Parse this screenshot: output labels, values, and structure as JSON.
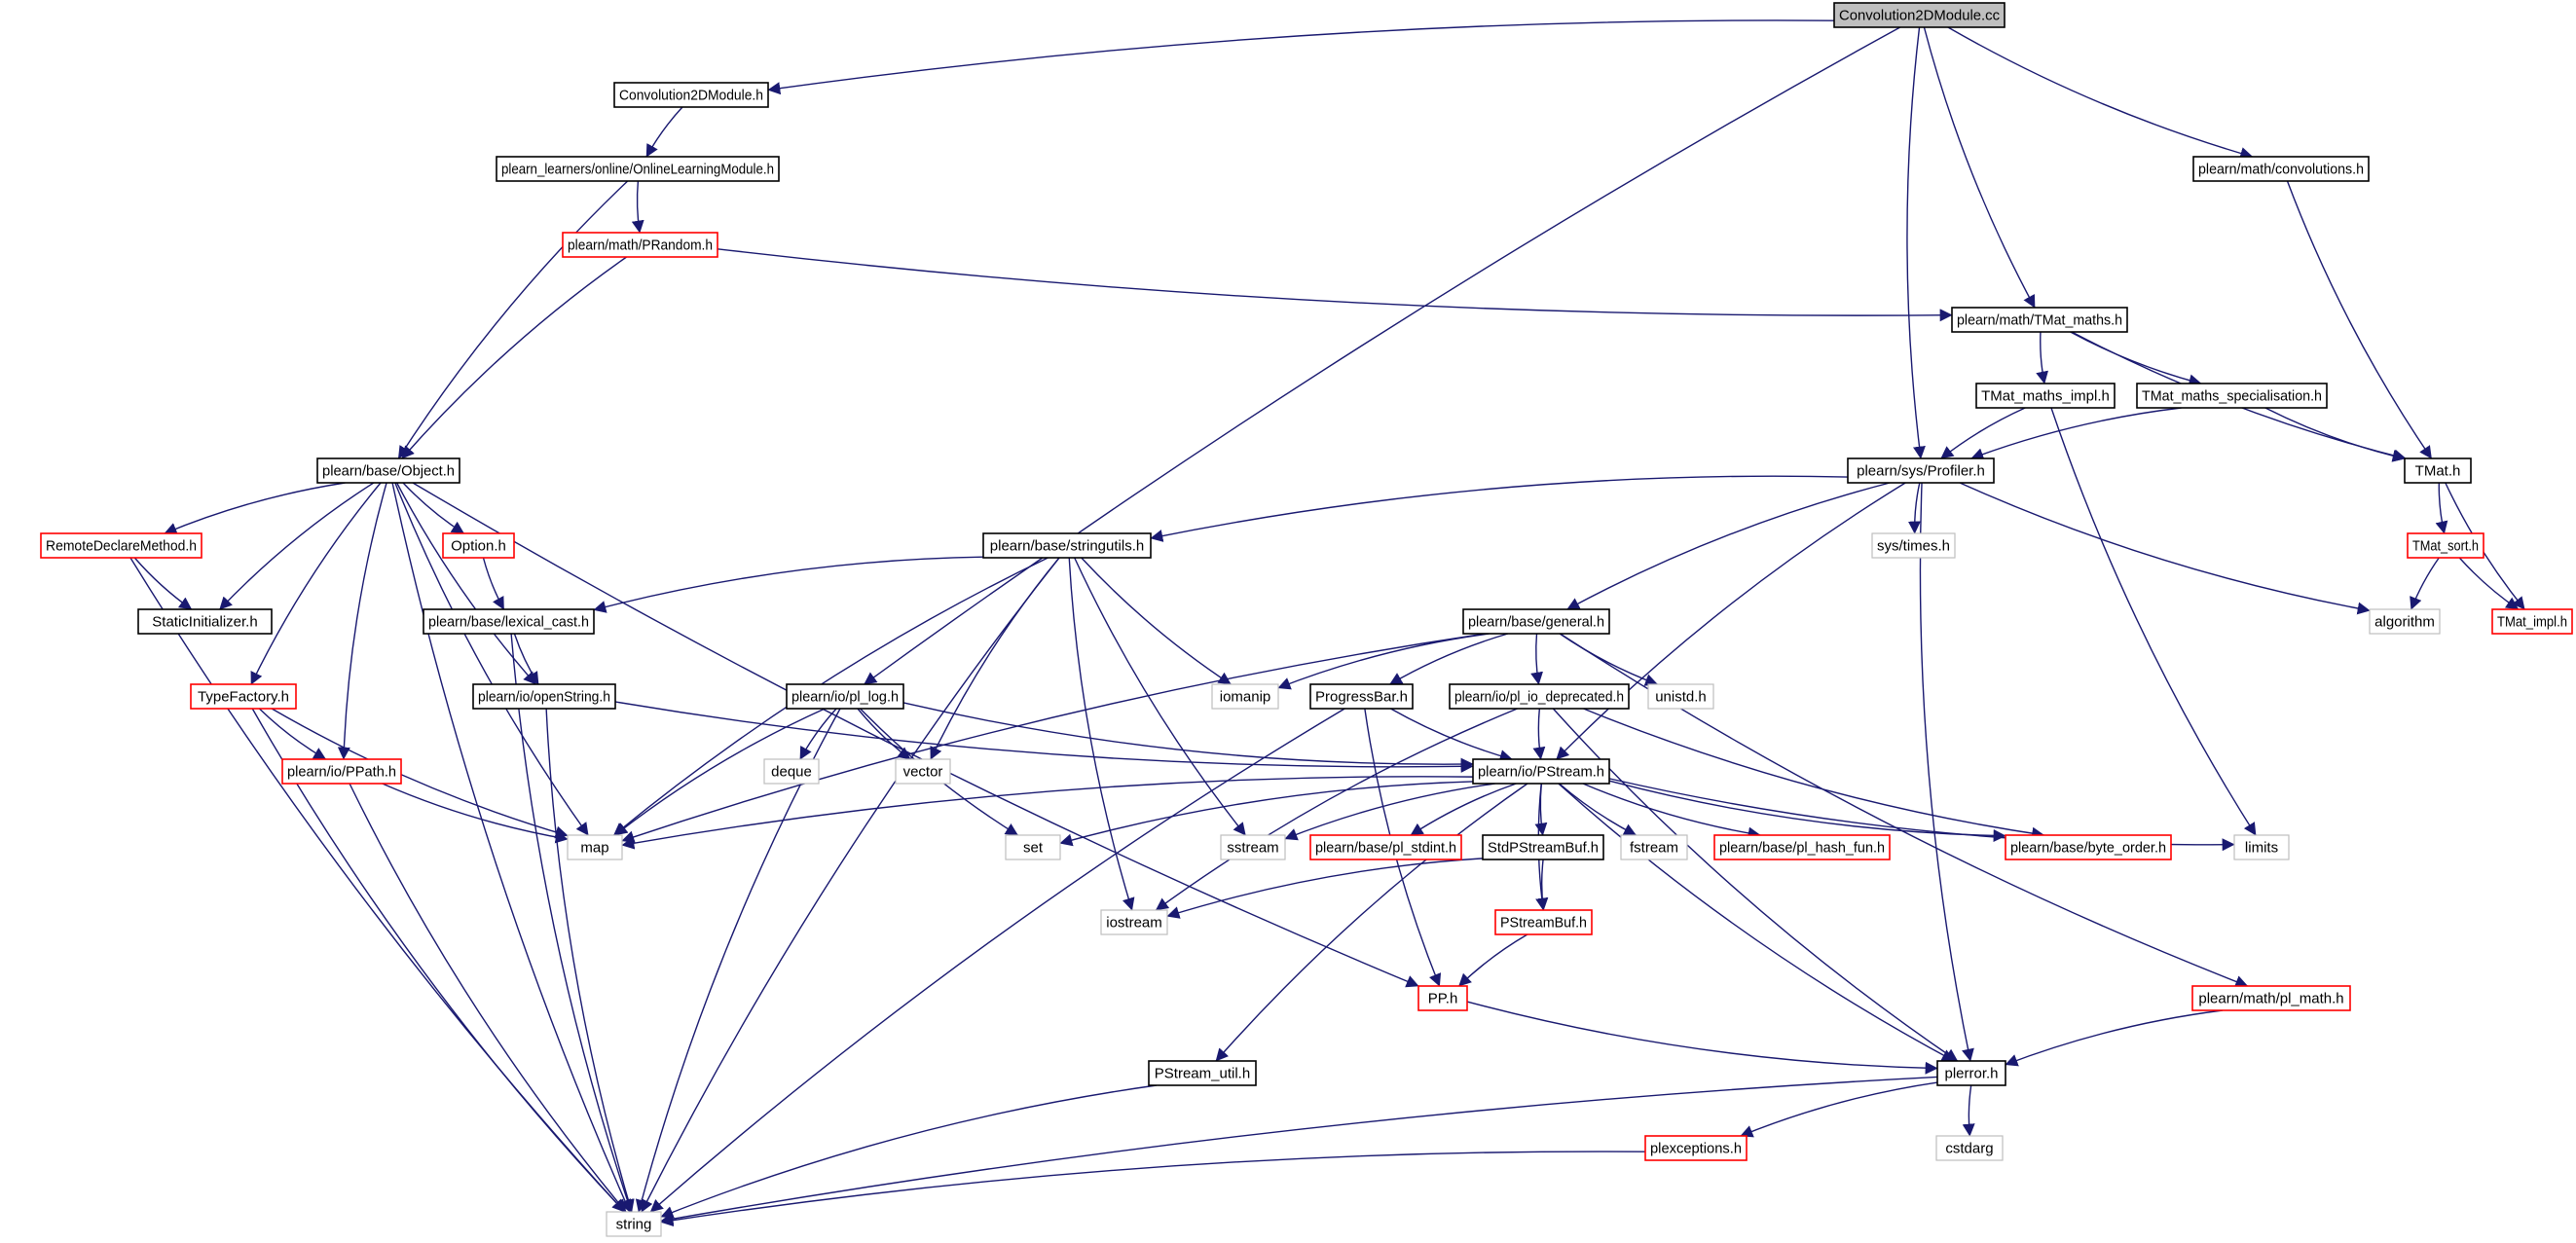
{
  "graph_title": "Convolution2DModule.cc",
  "colors": {
    "edge": "#191970",
    "box_black": "#000000",
    "box_red": "#ff0000",
    "box_gray": "#bfbfbf",
    "root_fill": "#bfbfbf",
    "text": "#000000"
  },
  "nodes": [
    {
      "id": "root",
      "label": "Convolution2DModule.cc",
      "style": "root"
    },
    {
      "id": "conv_h",
      "label": "Convolution2DModule.h",
      "style": "black"
    },
    {
      "id": "olm",
      "label": "plearn_learners/online/OnlineLearningModule.h",
      "style": "black"
    },
    {
      "id": "prandom",
      "label": "plearn/math/PRandom.h",
      "style": "red"
    },
    {
      "id": "object",
      "label": "plearn/base/Object.h",
      "style": "black"
    },
    {
      "id": "convolutions",
      "label": "plearn/math/convolutions.h",
      "style": "black"
    },
    {
      "id": "tmat_maths",
      "label": "plearn/math/TMat_maths.h",
      "style": "black"
    },
    {
      "id": "tmat_maths_impl",
      "label": "TMat_maths_impl.h",
      "style": "black"
    },
    {
      "id": "tmat_maths_spec",
      "label": "TMat_maths_specialisation.h",
      "style": "black"
    },
    {
      "id": "profiler",
      "label": "plearn/sys/Profiler.h",
      "style": "black"
    },
    {
      "id": "tmat",
      "label": "TMat.h",
      "style": "black"
    },
    {
      "id": "tmat_sort",
      "label": "TMat_sort.h",
      "style": "red"
    },
    {
      "id": "algorithm",
      "label": "algorithm",
      "style": "gray"
    },
    {
      "id": "tmat_impl",
      "label": "TMat_impl.h",
      "style": "red"
    },
    {
      "id": "remote",
      "label": "RemoteDeclareMethod.h",
      "style": "red"
    },
    {
      "id": "option",
      "label": "Option.h",
      "style": "red"
    },
    {
      "id": "staticinit",
      "label": "StaticInitializer.h",
      "style": "black"
    },
    {
      "id": "stringutils",
      "label": "plearn/base/stringutils.h",
      "style": "black"
    },
    {
      "id": "systimes",
      "label": "sys/times.h",
      "style": "gray"
    },
    {
      "id": "lexical_cast",
      "label": "plearn/base/lexical_cast.h",
      "style": "black"
    },
    {
      "id": "general",
      "label": "plearn/base/general.h",
      "style": "black"
    },
    {
      "id": "typefactory",
      "label": "TypeFactory.h",
      "style": "red"
    },
    {
      "id": "openstring",
      "label": "plearn/io/openString.h",
      "style": "black"
    },
    {
      "id": "pl_log",
      "label": "plearn/io/pl_log.h",
      "style": "black"
    },
    {
      "id": "iomanip",
      "label": "iomanip",
      "style": "gray"
    },
    {
      "id": "progressbar",
      "label": "ProgressBar.h",
      "style": "black"
    },
    {
      "id": "pl_io_dep",
      "label": "plearn/io/pl_io_deprecated.h",
      "style": "black"
    },
    {
      "id": "unistd",
      "label": "unistd.h",
      "style": "gray"
    },
    {
      "id": "ppath",
      "label": "plearn/io/PPath.h",
      "style": "red"
    },
    {
      "id": "deque",
      "label": "deque",
      "style": "gray"
    },
    {
      "id": "vector",
      "label": "vector",
      "style": "gray"
    },
    {
      "id": "pstream",
      "label": "plearn/io/PStream.h",
      "style": "black"
    },
    {
      "id": "map",
      "label": "map",
      "style": "gray"
    },
    {
      "id": "set",
      "label": "set",
      "style": "gray"
    },
    {
      "id": "sstream",
      "label": "sstream",
      "style": "gray"
    },
    {
      "id": "pl_stdint",
      "label": "plearn/base/pl_stdint.h",
      "style": "red"
    },
    {
      "id": "stdpstreambuf",
      "label": "StdPStreamBuf.h",
      "style": "black"
    },
    {
      "id": "fstream",
      "label": "fstream",
      "style": "gray"
    },
    {
      "id": "pl_hash_fun",
      "label": "plearn/base/pl_hash_fun.h",
      "style": "red"
    },
    {
      "id": "byte_order",
      "label": "plearn/base/byte_order.h",
      "style": "red"
    },
    {
      "id": "limits",
      "label": "limits",
      "style": "gray"
    },
    {
      "id": "iostream",
      "label": "iostream",
      "style": "gray"
    },
    {
      "id": "pstreambuf",
      "label": "PStreamBuf.h",
      "style": "red"
    },
    {
      "id": "pp",
      "label": "PP.h",
      "style": "red"
    },
    {
      "id": "pl_math",
      "label": "plearn/math/pl_math.h",
      "style": "red"
    },
    {
      "id": "pstream_util",
      "label": "PStream_util.h",
      "style": "black"
    },
    {
      "id": "plerror",
      "label": "plerror.h",
      "style": "black"
    },
    {
      "id": "plexceptions",
      "label": "plexceptions.h",
      "style": "red"
    },
    {
      "id": "cstdarg",
      "label": "cstdarg",
      "style": "gray"
    },
    {
      "id": "string",
      "label": "string",
      "style": "gray"
    }
  ],
  "edges": [
    [
      "root",
      "conv_h"
    ],
    [
      "root",
      "pl_log"
    ],
    [
      "root",
      "profiler"
    ],
    [
      "root",
      "tmat_maths"
    ],
    [
      "root",
      "convolutions"
    ],
    [
      "conv_h",
      "olm"
    ],
    [
      "olm",
      "prandom"
    ],
    [
      "olm",
      "object"
    ],
    [
      "prandom",
      "object"
    ],
    [
      "prandom",
      "tmat_maths"
    ],
    [
      "convolutions",
      "tmat"
    ],
    [
      "tmat_maths",
      "tmat_maths_impl"
    ],
    [
      "tmat_maths",
      "tmat_maths_spec"
    ],
    [
      "tmat_maths",
      "tmat"
    ],
    [
      "tmat_maths_impl",
      "profiler"
    ],
    [
      "tmat_maths_impl",
      "limits"
    ],
    [
      "tmat_maths_spec",
      "profiler"
    ],
    [
      "tmat_maths_spec",
      "tmat"
    ],
    [
      "tmat",
      "tmat_sort"
    ],
    [
      "tmat",
      "tmat_impl"
    ],
    [
      "tmat_sort",
      "algorithm"
    ],
    [
      "tmat_sort",
      "tmat_impl"
    ],
    [
      "profiler",
      "stringutils"
    ],
    [
      "profiler",
      "systimes"
    ],
    [
      "profiler",
      "general"
    ],
    [
      "profiler",
      "pstream"
    ],
    [
      "profiler",
      "plerror"
    ],
    [
      "profiler",
      "algorithm"
    ],
    [
      "object",
      "remote"
    ],
    [
      "object",
      "staticinit"
    ],
    [
      "object",
      "option"
    ],
    [
      "object",
      "openstring"
    ],
    [
      "object",
      "typefactory"
    ],
    [
      "object",
      "ppath"
    ],
    [
      "object",
      "map"
    ],
    [
      "object",
      "pp"
    ],
    [
      "object",
      "string"
    ],
    [
      "remote",
      "staticinit"
    ],
    [
      "remote",
      "string"
    ],
    [
      "option",
      "lexical_cast"
    ],
    [
      "stringutils",
      "lexical_cast"
    ],
    [
      "stringutils",
      "iomanip"
    ],
    [
      "stringutils",
      "map"
    ],
    [
      "stringutils",
      "vector"
    ],
    [
      "stringutils",
      "sstream"
    ],
    [
      "stringutils",
      "iostream"
    ],
    [
      "stringutils",
      "string"
    ],
    [
      "lexical_cast",
      "openstring"
    ],
    [
      "lexical_cast",
      "string"
    ],
    [
      "general",
      "iomanip"
    ],
    [
      "general",
      "progressbar"
    ],
    [
      "general",
      "pl_io_dep"
    ],
    [
      "general",
      "unistd"
    ],
    [
      "general",
      "map"
    ],
    [
      "general",
      "pl_math"
    ],
    [
      "typefactory",
      "ppath"
    ],
    [
      "typefactory",
      "map"
    ],
    [
      "typefactory",
      "string"
    ],
    [
      "openstring",
      "pstream"
    ],
    [
      "openstring",
      "string"
    ],
    [
      "pl_log",
      "deque"
    ],
    [
      "pl_log",
      "vector"
    ],
    [
      "pl_log",
      "map"
    ],
    [
      "pl_log",
      "set"
    ],
    [
      "pl_log",
      "pstream"
    ],
    [
      "pl_log",
      "string"
    ],
    [
      "progressbar",
      "pstream"
    ],
    [
      "progressbar",
      "pp"
    ],
    [
      "progressbar",
      "string"
    ],
    [
      "pl_io_dep",
      "pstream"
    ],
    [
      "pl_io_dep",
      "iostream"
    ],
    [
      "pl_io_dep",
      "byte_order"
    ],
    [
      "pl_io_dep",
      "plerror"
    ],
    [
      "ppath",
      "map"
    ],
    [
      "ppath",
      "string"
    ],
    [
      "pstream",
      "map"
    ],
    [
      "pstream",
      "set"
    ],
    [
      "pstream",
      "sstream"
    ],
    [
      "pstream",
      "pl_stdint"
    ],
    [
      "pstream",
      "stdpstreambuf"
    ],
    [
      "pstream",
      "fstream"
    ],
    [
      "pstream",
      "pl_hash_fun"
    ],
    [
      "pstream",
      "byte_order"
    ],
    [
      "pstream",
      "limits"
    ],
    [
      "pstream",
      "pstreambuf"
    ],
    [
      "pstream",
      "plerror"
    ],
    [
      "pstream",
      "pstream_util"
    ],
    [
      "stdpstreambuf",
      "pstreambuf"
    ],
    [
      "stdpstreambuf",
      "iostream"
    ],
    [
      "pstreambuf",
      "pp"
    ],
    [
      "pp",
      "plerror"
    ],
    [
      "pl_math",
      "plerror"
    ],
    [
      "pstream_util",
      "string"
    ],
    [
      "plerror",
      "plexceptions"
    ],
    [
      "plerror",
      "cstdarg"
    ],
    [
      "plerror",
      "string"
    ],
    [
      "plexceptions",
      "string"
    ]
  ]
}
